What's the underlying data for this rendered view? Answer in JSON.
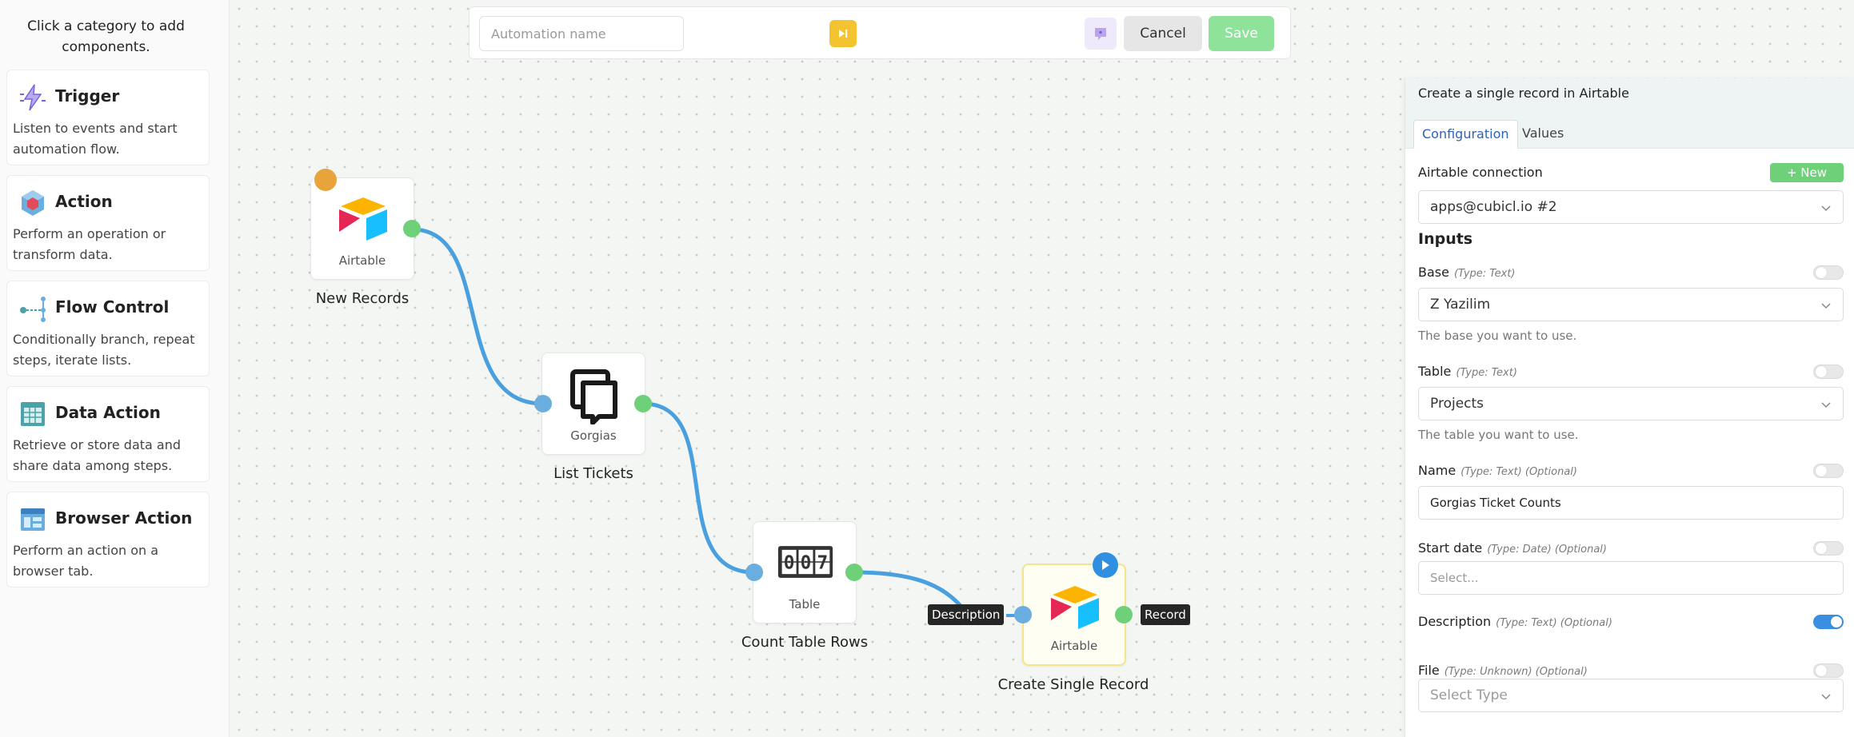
{
  "sidebar": {
    "hint": "Click a category to add components.",
    "categories": [
      {
        "title": "Trigger",
        "description": "Listen to events and start automation flow.",
        "icon": "lightning-icon"
      },
      {
        "title": "Action",
        "description": "Perform an operation or transform data.",
        "icon": "cube-icon"
      },
      {
        "title": "Flow Control",
        "description": "Conditionally branch, repeat steps, iterate lists.",
        "icon": "branch-icon"
      },
      {
        "title": "Data Action",
        "description": "Retrieve or store data and share data among steps.",
        "icon": "table-icon"
      },
      {
        "title": "Browser Action",
        "description": "Perform an action on a browser tab.",
        "icon": "browser-window-icon"
      }
    ]
  },
  "toolbar": {
    "name_placeholder": "Automation name",
    "cancel_label": "Cancel",
    "save_label": "Save"
  },
  "nodes": {
    "trigger": {
      "app": "Airtable",
      "label": "New Records"
    },
    "gorgias": {
      "app": "Gorgias",
      "label": "List Tickets"
    },
    "table": {
      "app": "Table",
      "label": "Count Table Rows"
    },
    "create": {
      "app": "Airtable",
      "label": "Create Single Record",
      "input_tag": "Description",
      "output_tag": "Record"
    }
  },
  "panel": {
    "title": "Create a single record in Airtable",
    "tabs": [
      "Configuration",
      "Values"
    ],
    "connection_label": "Airtable connection",
    "new_label": "+ New",
    "connection_value": "apps@cubicl.io #2",
    "inputs_heading": "Inputs",
    "fields": {
      "base": {
        "label": "Base",
        "type": "(Type: Text)",
        "value": "Z Yazilim",
        "help": "The base you want to use.",
        "toggle_on": false
      },
      "table": {
        "label": "Table",
        "type": "(Type: Text)",
        "value": "Projects",
        "help": "The table you want to use.",
        "toggle_on": false
      },
      "name": {
        "label": "Name",
        "type": "(Type: Text) (Optional)",
        "value": "Gorgias Ticket Counts",
        "toggle_on": false
      },
      "start_date": {
        "label": "Start date",
        "type": "(Type: Date) (Optional)",
        "placeholder": "Select...",
        "toggle_on": false
      },
      "description": {
        "label": "Description",
        "type": "(Type: Text) (Optional)",
        "toggle_on": true
      },
      "file": {
        "label": "File",
        "type": "(Type: Unknown) (Optional)",
        "placeholder": "Select Type",
        "toggle_on": false
      }
    }
  },
  "colors": {
    "edge": "#4a9fdf",
    "port_out": "#6fd07a",
    "port_in": "#6aaee0",
    "save": "#8ee29a",
    "run": "#f4c430",
    "toggle_on": "#3b8fe0"
  }
}
